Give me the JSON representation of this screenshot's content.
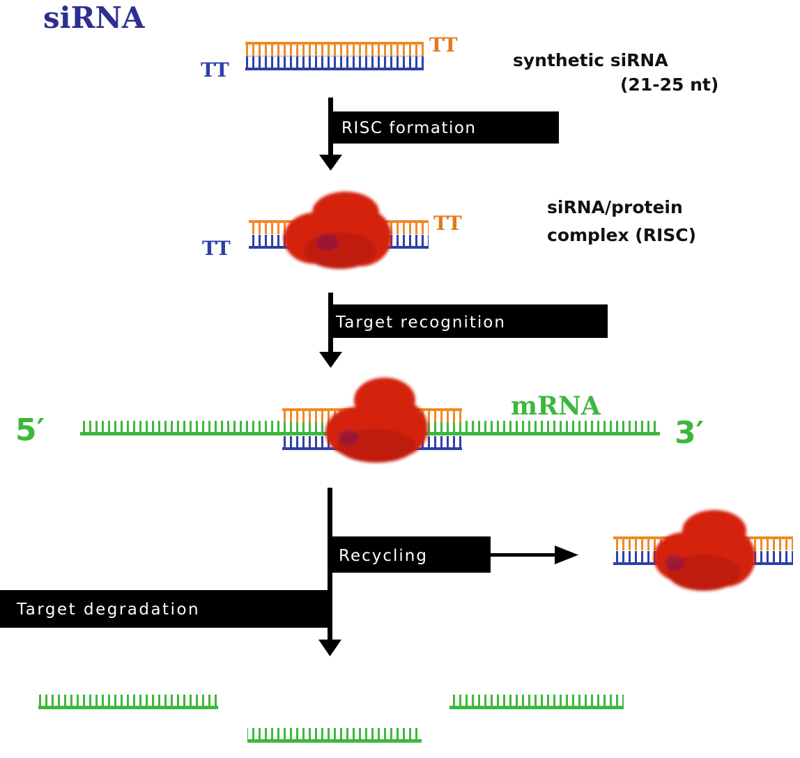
{
  "title": "siRNA",
  "labels": {
    "synthetic_line1": "synthetic siRNA",
    "synthetic_line2": "(21-25 nt)",
    "complex_line1": "siRNA/protein",
    "complex_line2": "complex (RISC)",
    "mrna": "mRNA",
    "five_prime": "5′",
    "three_prime": "3′",
    "overhang": "TT"
  },
  "steps": {
    "risc_formation": "RISC formation",
    "target_recognition": "Target recognition",
    "recycling": "Recycling",
    "target_degradation": "Target degradation"
  },
  "colors": {
    "title": "#2b2f8f",
    "sense_strand": "#f08a24",
    "antisense_strand": "#2e3fa8",
    "mrna": "#3cb83c",
    "risc_protein": "#d42010",
    "step_box": "#000000",
    "step_text": "#ffffff",
    "overhang_orange": "#e07a1e",
    "overhang_blue": "#2e3fa8"
  }
}
